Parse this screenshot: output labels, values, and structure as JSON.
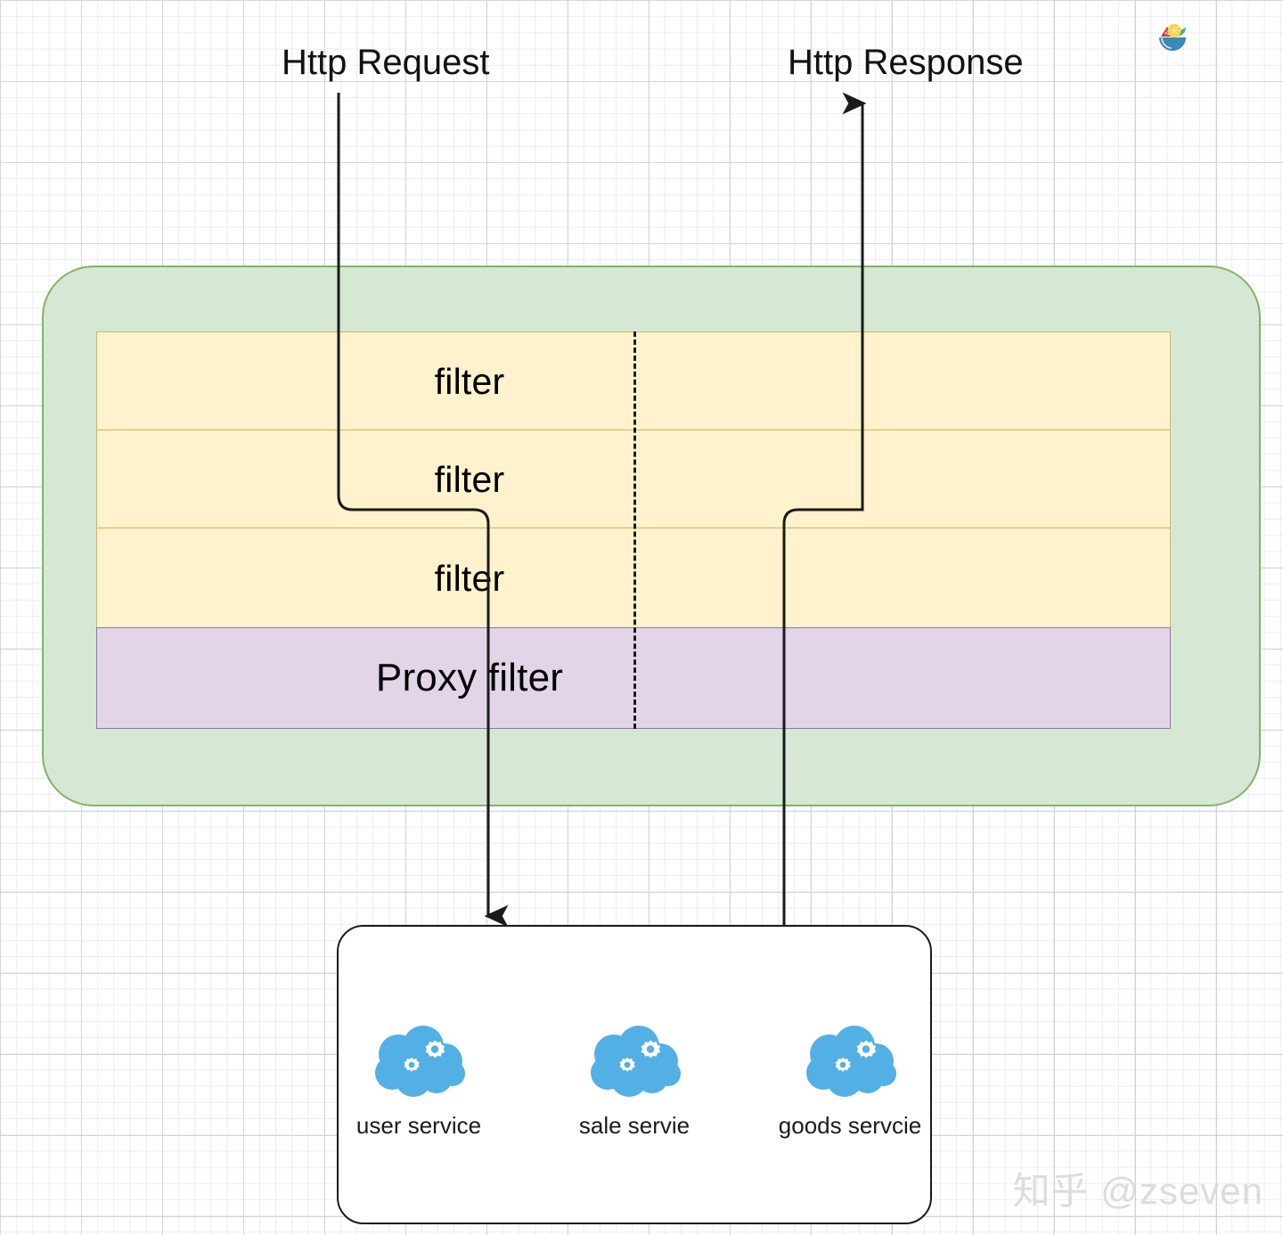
{
  "diagram": {
    "type": "flow",
    "background": "graph-paper",
    "colors": {
      "gateway_fill": "#d5e8d4",
      "gateway_border": "#82b366",
      "filter_fill": "#fff2cc",
      "filter_border": "#d6b656",
      "proxy_fill": "#e1d5e7",
      "proxy_border": "#9673a6",
      "service_box_fill": "#ffffff",
      "service_box_border": "#1a1a1a",
      "cloud_icon": "#52b0e5",
      "connector": "#1a1a1a",
      "watermark": "#dcdcdc"
    },
    "flow_labels": {
      "request": "Http Request",
      "response": "Http Response"
    },
    "gateway": {
      "rows": [
        {
          "label": "filter",
          "kind": "filter"
        },
        {
          "label": "filter",
          "kind": "filter"
        },
        {
          "label": "filter",
          "kind": "filter"
        },
        {
          "label": "Proxy filter",
          "kind": "proxy"
        }
      ]
    },
    "services": [
      {
        "label": "user service",
        "icon": "cloud-gears-icon"
      },
      {
        "label": "sale servie",
        "icon": "cloud-gears-icon"
      },
      {
        "label": "goods servcie",
        "icon": "cloud-gears-icon"
      }
    ],
    "watermark": "知乎 @zseven"
  }
}
